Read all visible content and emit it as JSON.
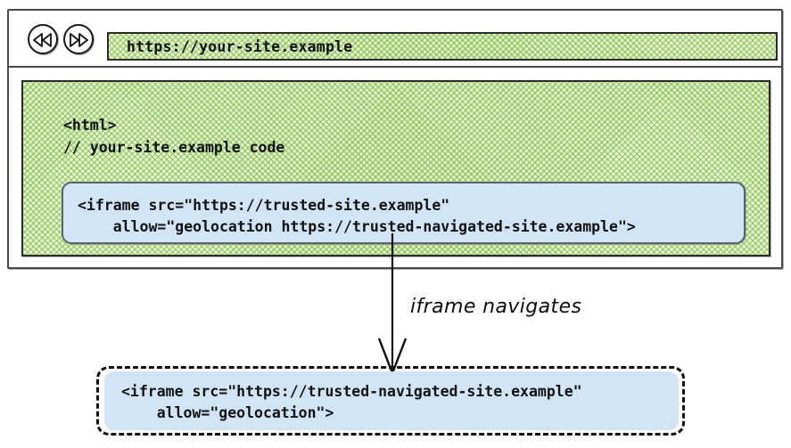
{
  "browser": {
    "back_button": "back",
    "forward_button": "forward",
    "url": "https://your-site.example"
  },
  "page": {
    "host_code": "<html>\n// your-site.example code",
    "iframe_embed_code": "<iframe src=\"https://trusted-site.example\"\n    allow=\"geolocation https://trusted-navigated-site.example\">"
  },
  "annotation": {
    "label": "iframe navigates"
  },
  "navigated": {
    "iframe_code": "<iframe src=\"https://trusted-navigated-site.example\"\n    allow=\"geolocation\">"
  },
  "colors": {
    "page_green": "#7cbb3a",
    "iframe_blue": "#d2e5f7",
    "stroke": "#2b2b2b"
  }
}
